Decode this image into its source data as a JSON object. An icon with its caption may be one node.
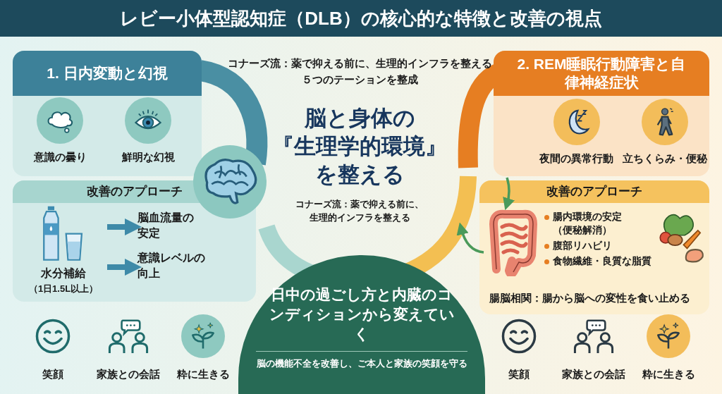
{
  "diagram": {
    "title": "レビー小体型認知症（DLB）の核心的な特徴と改善の視点",
    "nodes": [
      {
        "text": [
          "1. 日内変動と幻視"
        ]
      },
      {
        "text": [
          "意識の曇り"
        ],
        "in": 0
      },
      {
        "text": [
          "鮮明な幻視"
        ],
        "in": 0
      },
      {
        "text": [
          "改善のアプローチ"
        ]
      },
      {
        "text": [
          "水分補給",
          "（1日1.5L以上）"
        ],
        "in": 3
      },
      {
        "text": [
          "脳血流量の安定"
        ],
        "in": 3
      },
      {
        "text": [
          "意識レベルの向上"
        ],
        "in": 3
      },
      {
        "text": [
          "脳と身体の『生理学的環境』を整える",
          "コナーズ流：薬で抑える前に、生理的インフラを整える"
        ]
      },
      {
        "text": [
          "2. REM睡眠行動障害と自律神経症状"
        ]
      },
      {
        "text": [
          "夜間の異常行動"
        ],
        "in": 8
      },
      {
        "text": [
          "立ちくらみ・便秘"
        ],
        "in": 8
      },
      {
        "text": [
          "改善のアプローチ",
          "腸内環境の安定（便秘解消）",
          "腹部リハビリ",
          "食物繊維・良質な脂質",
          "腸脳相関：腸から脳への変性を食い止める"
        ]
      },
      {
        "text": [],
        "shape": "picture",
        "in": 11
      },
      {
        "text": [
          "日中の過ごし方と内臓のコンディションから変えていく",
          "脳の機能不全を改善し、ご本人と家族の笑顔を守る"
        ]
      }
    ],
    "edges": [
      {
        "from": 4,
        "to": 5,
        "arrow": "to",
        "style": "thick",
        "color": "#3e8aa8"
      },
      {
        "from": 4,
        "to": 6,
        "arrow": "to",
        "style": "thick",
        "color": "#3e8aa8"
      },
      {
        "from": 8,
        "to": 12,
        "arrow": "to",
        "color": "#4a9a5a"
      },
      {
        "from": 12,
        "to": 7,
        "arrow": "to",
        "color": "#4a9a5a"
      }
    ],
    "labels": [
      "コナーズ流：薬で抑える前に、生理的インフラを整える５つのテーションを整成",
      "笑顔",
      "家族との会話",
      "粋に生きる",
      "笑顔",
      "家族との会話",
      "粋に生きる"
    ]
  }
}
